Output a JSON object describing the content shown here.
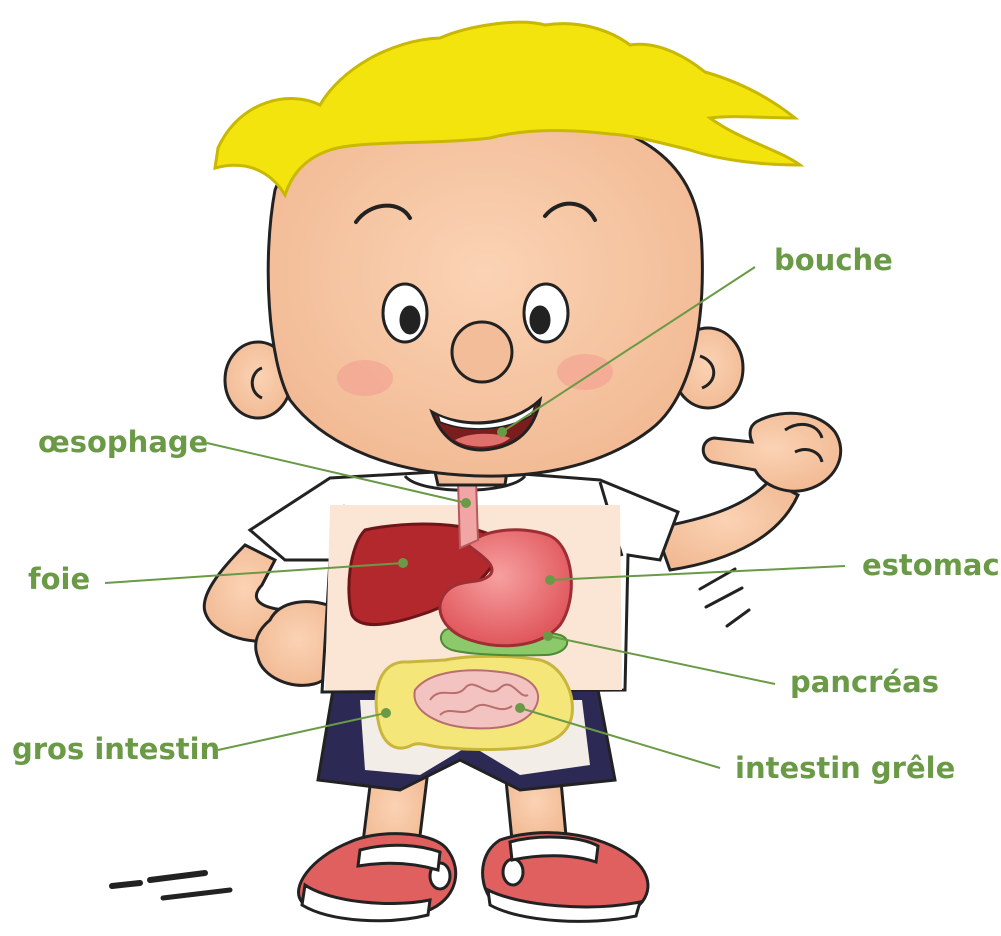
{
  "diagram": {
    "accent_color": "#6a9a46",
    "labels": {
      "bouche": "bouche",
      "oesophage": "œsophage",
      "foie": "foie",
      "estomac": "estomac",
      "pancreas": "pancréas",
      "gros_intestin": "gros intestin",
      "intestin_grele": "intestin grêle"
    }
  }
}
